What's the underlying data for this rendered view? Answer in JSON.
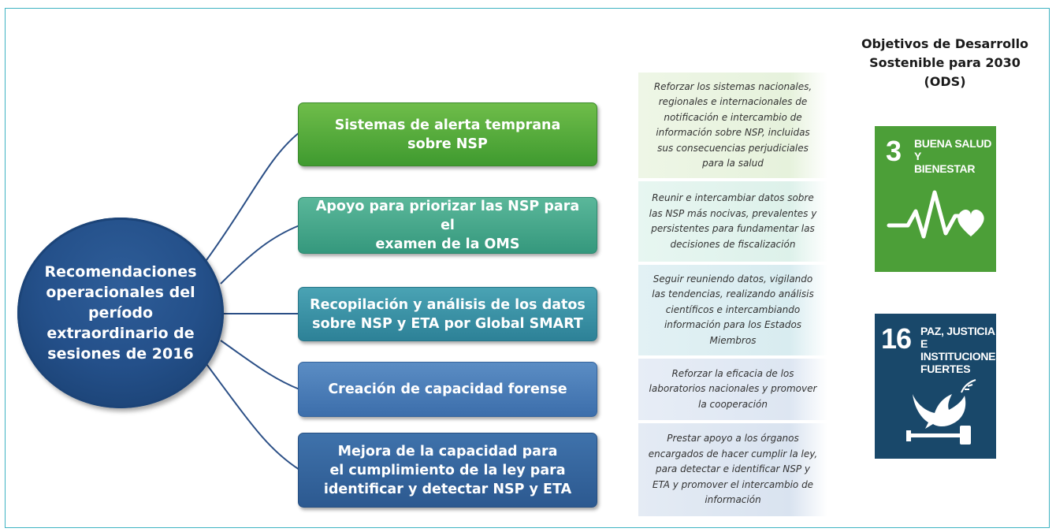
{
  "center": {
    "label": "Recomendaciones\noperacionales del\nperíodo\nextraordinario de\nsesiones de 2016"
  },
  "boxes": [
    {
      "label": "Sistemas de alerta temprana\nsobre NSP",
      "color": "#4fa83a"
    },
    {
      "label": "Apoyo para priorizar las NSP para el\nexamen de la OMS",
      "color": "#3fa585"
    },
    {
      "label": "Recopilación y análisis de los datos\nsobre NSP y ETA por Global SMART",
      "color": "#3590a5"
    },
    {
      "label": "Creación de capacidad forense",
      "color": "#4a7eb9"
    },
    {
      "label": "Mejora de la capacidad para\nel cumplimiento de la ley para\nidentificar y detectar NSP y ETA",
      "color": "#33649c"
    }
  ],
  "descriptions": [
    "Reforzar los sistemas nacionales,\nregionales e internacionales de\nnotificación e intercambio de\ninformación sobre NSP, incluidas\nsus consecuencias perjudiciales\npara la salud",
    "Reunir e intercambiar datos sobre\nlas NSP más nocivas, prevalentes y\npersistentes para fundamentar las\ndecisiones de fiscalización",
    "Seguir reuniendo datos, vigilando\nlas tendencias, realizando análisis\ncientíficos e intercambiando\ninformación para los Estados\nMiembros",
    "Reforzar la eficacia de los\nlaboratorios nacionales y promover\nla cooperación",
    "Prestar apoyo a los órganos\nencargados de hacer cumplir la ley,\npara detectar e identificar NSP y\nETA y promover el intercambio de\ninformación"
  ],
  "ods": {
    "title": "Objetivos de Desarrollo\nSostenible para 2030\n(ODS)",
    "goals": [
      {
        "number": "3",
        "label": "BUENA SALUD Y\nBIENESTAR",
        "icon": "heartbeat-icon",
        "color": "#4c9f38"
      },
      {
        "number": "16",
        "label": "PAZ, JUSTICIA E\nINSTITUCIONES\nFUERTES",
        "icon": "dove-gavel-icon",
        "color": "#19486a"
      }
    ]
  }
}
